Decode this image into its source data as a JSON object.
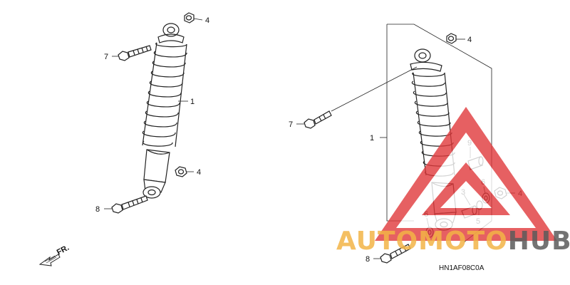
{
  "diagram": {
    "left_assembly": {
      "callouts": [
        {
          "id": "l-4-top",
          "text": "4"
        },
        {
          "id": "l-7",
          "text": "7"
        },
        {
          "id": "l-1",
          "text": "1"
        },
        {
          "id": "l-4-bottom",
          "text": "4"
        },
        {
          "id": "l-8",
          "text": "8"
        }
      ]
    },
    "right_assembly": {
      "callouts": [
        {
          "id": "r-4-top",
          "text": "4"
        },
        {
          "id": "r-7",
          "text": "7"
        },
        {
          "id": "r-1",
          "text": "1"
        },
        {
          "id": "r-9",
          "text": "9"
        },
        {
          "id": "r-3",
          "text": "3"
        },
        {
          "id": "r-6-a",
          "text": "6"
        },
        {
          "id": "r-4-right",
          "text": "4"
        },
        {
          "id": "r-5",
          "text": "5"
        },
        {
          "id": "r-6-b",
          "text": "6"
        },
        {
          "id": "r-8",
          "text": "8"
        }
      ]
    },
    "direction_marker": {
      "text": "FR.",
      "icon": "front-arrow-icon"
    },
    "reference_code": "HN1AF08C0A"
  },
  "watermark": {
    "part1": "AUTO",
    "part2": "MOTO",
    "part3": "HUB",
    "colors": {
      "red": "#e0393b",
      "orange": "#f2b447",
      "gray": "#5a5a5a"
    }
  }
}
